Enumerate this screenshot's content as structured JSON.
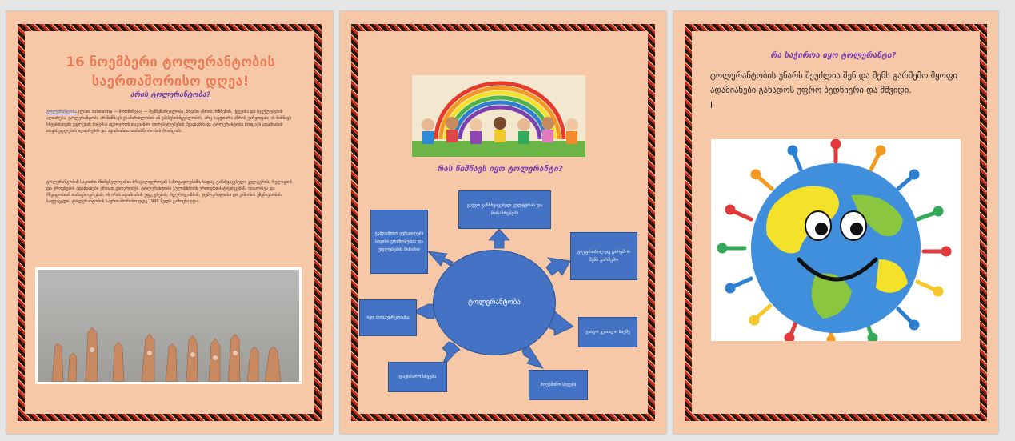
{
  "pages": [
    {
      "title": "16 ნოემბერი ტოლერანტობის საერთაშორისო დღეა!",
      "subtitle": "არის ტოლერანტობა?",
      "paragraph1_link": "ტოლერანტობა",
      "paragraph1": " (ლათ. tolerantia — მოთმინება) — შემწყნარებლობა, სხვისი აზრის, რწმენის, ქცევისა და ჩვეულებების აღიარება. ტოლერანტობა არ ნიშნავს უსამართლობის ან უპასუხისმგებლობის, არც საკუთარი აზრის უარყოფას; ის ნიშნავს სხვებისთვის უფლების მიცემას იცხოვრონ თავიანთი ღირებულებების შესაბამისად. ტოლერანტობა მოიცავს ადამიანის თავისუფლების აღიარებას და ადამიანთა თანასწორობის პრინციპს.",
      "paragraph2": "ტოლერანტობის საკითხი მნიშვნელოვანია მრავალფეროვან საზოგადოებაში, სადაც განსხვავებული კულტურის, რელიგიის და ეროვნების ადამიანები ერთად ცხოვრობენ. ტოლერანტობა გულისხმობს ურთიერთპატივისცემას, დიალოგს და მშვიდობიან თანაცხოვრებას. ის არის ადამიანის უფლებების, პლურალიზმის, დემოკრატიისა და კანონის უზენაესობის საფუძველი. ტოლერანტობის საერთაშორისო დღე 1995 წელს გამოცხადდა."
    },
    {
      "heading": "რას ნიშნავს იყო ტოლერანტი?",
      "center_label": "ტოლერანტობა",
      "boxes": {
        "top": "გაუგო განსხვავებულ კულტურას და მოსაზრებებს",
        "top_left": "გამოიჩინო ყურადღება სხვისი გრძნობების და უფლებების მიმართ",
        "top_right": "გაუფრთხილდე გარემოს შენს გარშემო",
        "left": "იყო მოსაუბრეობისა",
        "right": "გაიგო კეთილი საქმე",
        "bottom_left": "დაეხმარო სხვებს",
        "bottom_right": "მოუსმინო სხვებს"
      }
    },
    {
      "heading": "რა საჭიროა იყო ტოლერანტი?",
      "text": "ტოლერანტობის უნარს შეუძლია შენ და შენს გარშემო მყოფი ადამიანები გახადოს უფრო ბედნიერი და მშვიდი."
    }
  ],
  "colors": {
    "page_bg": "#f7c8a7",
    "title": "#ee7a52",
    "purple": "#7a3fb0",
    "box": "#4472c4"
  }
}
